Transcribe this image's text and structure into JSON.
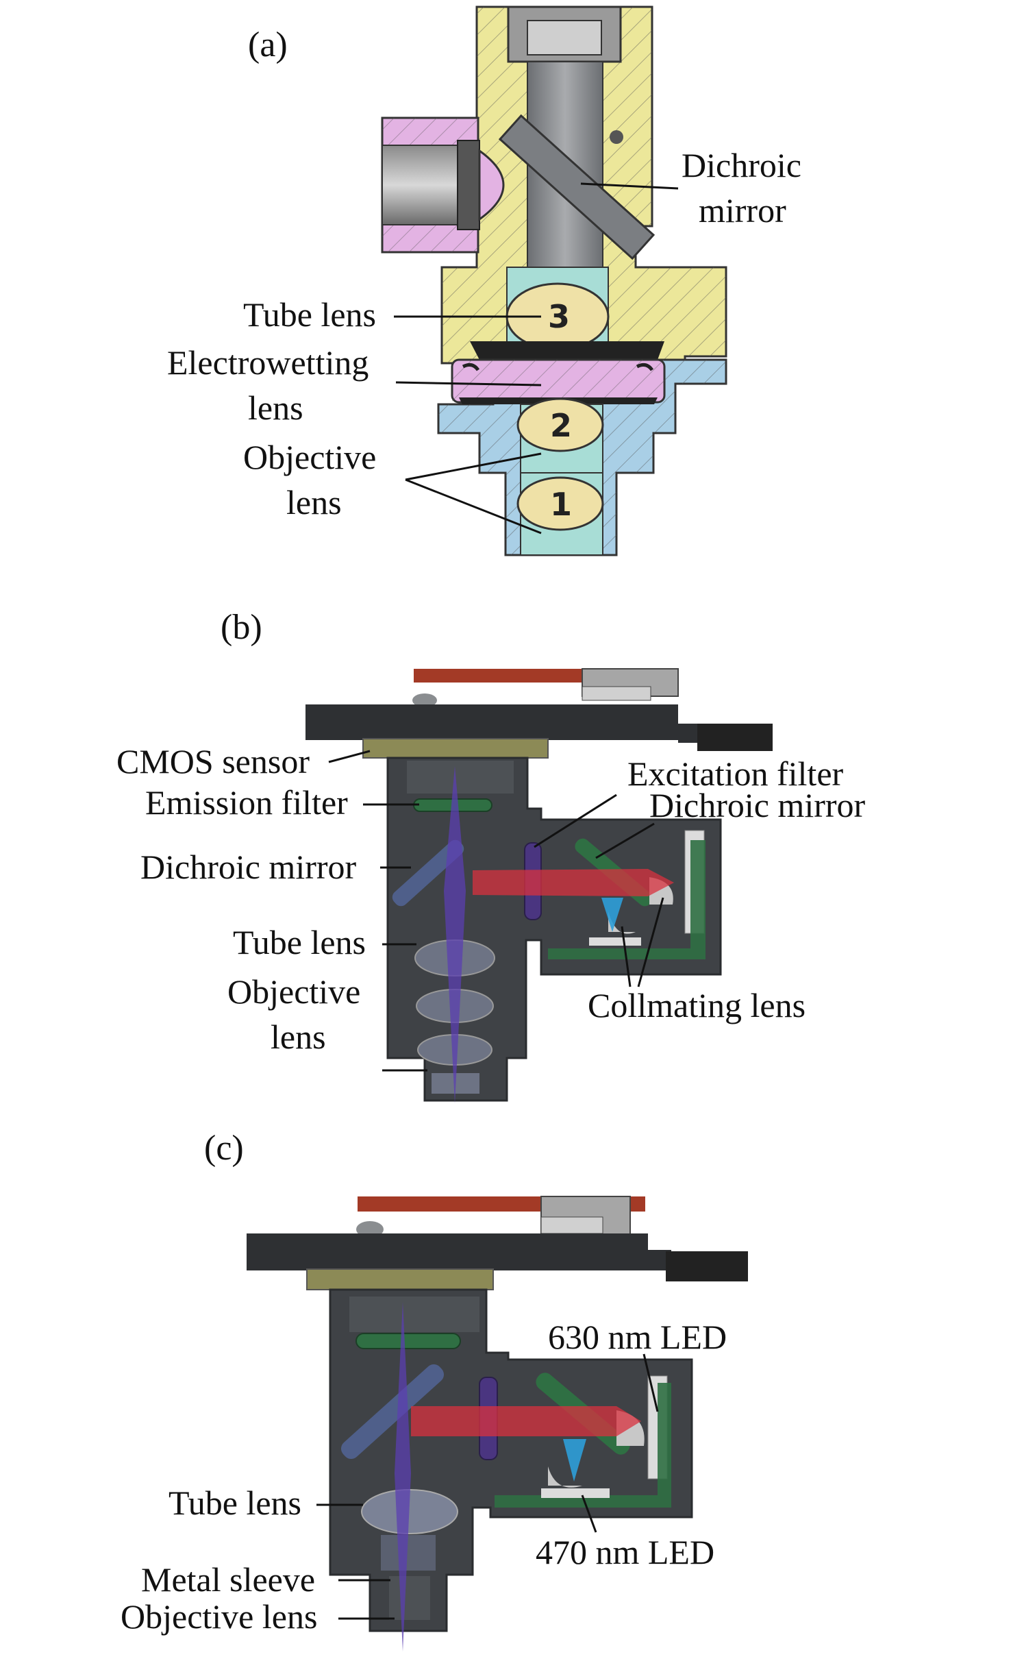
{
  "panel_a": {
    "tag": "(a)",
    "labels": {
      "dichroic_1": "Dichroic",
      "dichroic_2": "mirror",
      "tube_lens": "Tube lens",
      "ewl_1": "Electrowetting",
      "ewl_2": "lens",
      "objective_1": "Objective",
      "objective_2": "lens"
    },
    "lens_numbers": [
      "1",
      "2",
      "3"
    ]
  },
  "panel_b": {
    "tag": "(b)",
    "labels": {
      "cmos": "CMOS sensor",
      "emission": "Emission filter",
      "dichroic_left": "Dichroic mirror",
      "tube_lens": "Tube lens",
      "objective_1": "Objective",
      "objective_2": "lens",
      "excitation": "Excitation filter",
      "dichroic_right": "Dichroic mirror",
      "collimating": "Collmating lens"
    }
  },
  "panel_c": {
    "tag": "(c)",
    "labels": {
      "led_630": "630 nm LED",
      "led_470": "470 nm LED",
      "tube_lens": "Tube lens",
      "metal_sleeve": "Metal sleeve",
      "objective": "Objective lens"
    }
  },
  "colors": {
    "housing_yellow": "#ece79a",
    "holder_pink": "#e3b3e3",
    "base_blue": "#a9cfe6",
    "lens_cyan": "#a8ddd6",
    "lens_tan": "#efe1a7",
    "dark_body": "#3f4246",
    "pcb_red": "#a33a26",
    "filter_green": "#2f6f43",
    "sensor_olive": "#8c8a56",
    "beam_red": "#d8323f",
    "beam_blue": "#2e9fd8",
    "beam_violet": "#5b3fb0"
  }
}
